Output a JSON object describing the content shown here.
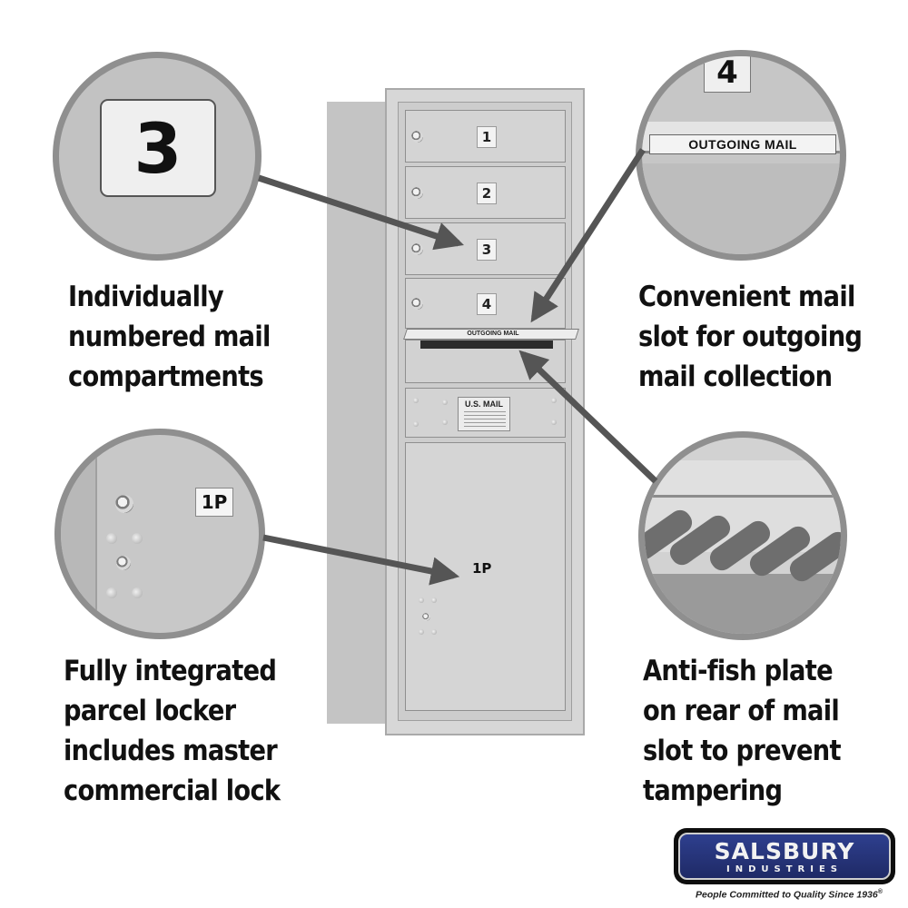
{
  "captions": {
    "top_left": [
      "Individually",
      "numbered mail",
      "compartments"
    ],
    "top_right": [
      "Convenient mail",
      "slot for outgoing",
      "mail collection"
    ],
    "bottom_left": [
      "Fully integrated",
      "parcel locker",
      "includes master",
      "commercial lock"
    ],
    "bottom_right": [
      "Anti-fish plate",
      "on rear of mail",
      "slot to prevent",
      "tampering"
    ]
  },
  "zoom_labels": {
    "compartment_number": "3",
    "compartment_number_top": "4",
    "outgoing_mail_label": "OUTGOING MAIL",
    "parcel_label": "1P"
  },
  "mailbox": {
    "doors": [
      "1",
      "2",
      "3",
      "4"
    ],
    "outgoing_slot_label": "OUTGOING MAIL",
    "usmail_plate": "U.S. MAIL",
    "parcel_label": "1P"
  },
  "logo": {
    "name": "SALSBURY",
    "subtitle": "INDUSTRIES",
    "tagline": "People Committed to Quality Since 1936",
    "registered_mark": "®"
  },
  "colors": {
    "arrow": "#555555",
    "logo_blue": "#2a3a86",
    "aluminum": "#d4d4d4"
  }
}
